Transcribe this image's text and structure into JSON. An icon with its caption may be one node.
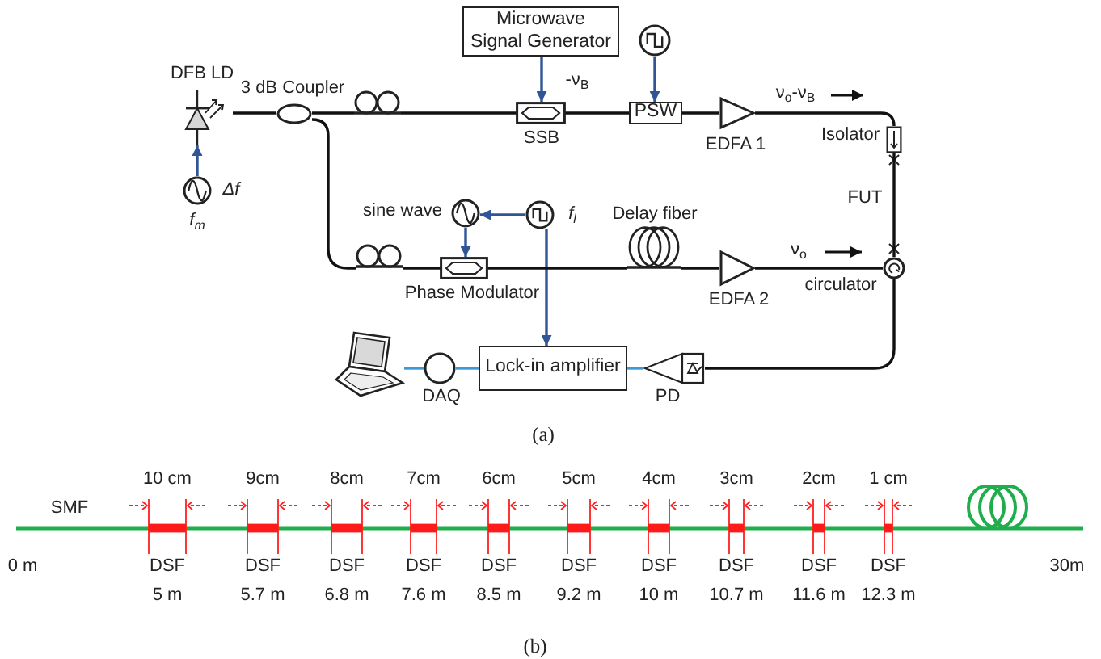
{
  "diagram": {
    "nodes": [
      {
        "text": [
          "Microwave Signal Generator"
        ]
      },
      {
        "text": [],
        "shape": "circle"
      },
      {
        "text": [
          "DFB LD"
        ]
      },
      {
        "text": [
          "3 dB Coupler"
        ]
      },
      {
        "text": [],
        "shape": "circle"
      },
      {
        "text": [
          "SSB"
        ]
      },
      {
        "text": [
          "PSW"
        ]
      },
      {
        "text": [
          "EDFA 1"
        ]
      },
      {
        "text": [
          "Isolator"
        ]
      },
      {
        "text": [
          "f$_{m}$"
        ],
        "beside": [
          "Δf"
        ]
      },
      {
        "text": [
          "sine wave"
        ]
      },
      {
        "text": [
          "f$_{l}$"
        ]
      },
      {
        "text": [],
        "shape": "circle"
      },
      {
        "text": [
          "Phase Modulator"
        ]
      },
      {
        "text": [
          "Delay fiber"
        ]
      },
      {
        "text": [
          "EDFA 2"
        ]
      },
      {
        "text": [
          "circulator"
        ]
      },
      {
        "text": [
          "Lock-in amplifier"
        ]
      },
      {
        "text": [
          "DAQ"
        ]
      },
      {
        "text": [
          "PD"
        ]
      },
      {
        "text": [],
        "shape": "picture"
      }
    ],
    "edges": [
      {
        "from": 2,
        "to": 3,
        "arrow": "none"
      },
      {
        "from": 9,
        "to": 2,
        "arrow": "to",
        "color": "#2f5597"
      },
      {
        "from": 3,
        "to": 4,
        "arrow": "none"
      },
      {
        "from": 4,
        "to": 5,
        "arrow": "none"
      },
      {
        "from": 0,
        "to": 5,
        "arrow": "to",
        "label": "-ν$_{B}$",
        "color": "#2f5597"
      },
      {
        "from": 1,
        "to": 6,
        "arrow": "to",
        "color": "#2f5597"
      },
      {
        "from": 5,
        "to": 6,
        "arrow": "none"
      },
      {
        "from": 6,
        "to": 7,
        "arrow": "none"
      },
      {
        "from": 7,
        "to": 8,
        "arrow": "none"
      },
      {
        "from": 8,
        "to": 16,
        "arrow": "none",
        "label": "FUT"
      },
      {
        "from": 3,
        "to": 12,
        "arrow": "none"
      },
      {
        "from": 12,
        "to": 13,
        "arrow": "none"
      },
      {
        "from": 10,
        "to": 13,
        "arrow": "to",
        "color": "#2f5597"
      },
      {
        "from": 11,
        "to": 10,
        "arrow": "to",
        "color": "#2f5597"
      },
      {
        "from": 11,
        "to": 17,
        "arrow": "to",
        "color": "#2f5597"
      },
      {
        "from": 13,
        "to": 14,
        "arrow": "none"
      },
      {
        "from": 14,
        "to": 15,
        "arrow": "none"
      },
      {
        "from": 15,
        "to": 16,
        "arrow": "none"
      },
      {
        "from": 16,
        "to": 19,
        "arrow": "none"
      },
      {
        "from": 19,
        "to": 17,
        "arrow": "none",
        "color": "#3c9ad6"
      },
      {
        "from": 17,
        "to": 18,
        "arrow": "none",
        "color": "#3c9ad6"
      },
      {
        "from": 18,
        "to": 20,
        "arrow": "none",
        "color": "#3c9ad6"
      }
    ],
    "labels": [
      "ν$_{o}$-ν$_{B}$",
      "ν$_{o}$",
      "(a)",
      "10 cm",
      "9cm",
      "8cm",
      "7cm",
      "6cm",
      "5cm",
      "4cm",
      "3cm",
      "2cm",
      "1 cm",
      "SMF",
      "0 m",
      "DSF",
      "DSF",
      "DSF",
      "DSF",
      "DSF",
      "DSF",
      "DSF",
      "DSF",
      "DSF",
      "DSF",
      "30m",
      "5 m",
      "5.7 m",
      "6.8 m",
      "7.6 m",
      "8.5 m",
      "9.2 m",
      "10 m",
      "10.7 m",
      "11.6 m",
      "12.3 m",
      "(b)"
    ]
  }
}
